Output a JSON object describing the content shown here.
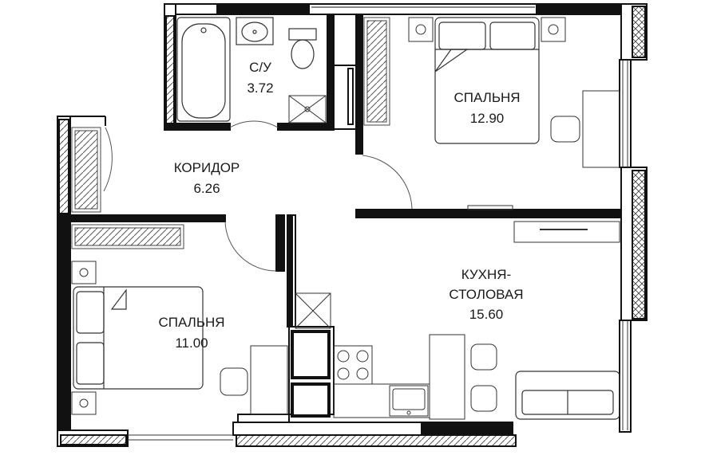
{
  "rooms": [
    {
      "id": "wc",
      "name": "С/У",
      "area": "3.72"
    },
    {
      "id": "bedroom_1",
      "name": "СПАЛЬНЯ",
      "area": "12.90"
    },
    {
      "id": "corridor",
      "name": "КОРИДОР",
      "area": "6.26"
    },
    {
      "id": "bedroom_2",
      "name": "СПАЛЬНЯ",
      "area": "11.00"
    },
    {
      "id": "kitchen",
      "name_line1": "КУХНЯ-",
      "name_line2": "СТОЛОВАЯ",
      "area": "15.60"
    }
  ],
  "colors": {
    "wall": "#111111",
    "line": "#333333",
    "hatch": "#555555",
    "background": "#ffffff"
  }
}
